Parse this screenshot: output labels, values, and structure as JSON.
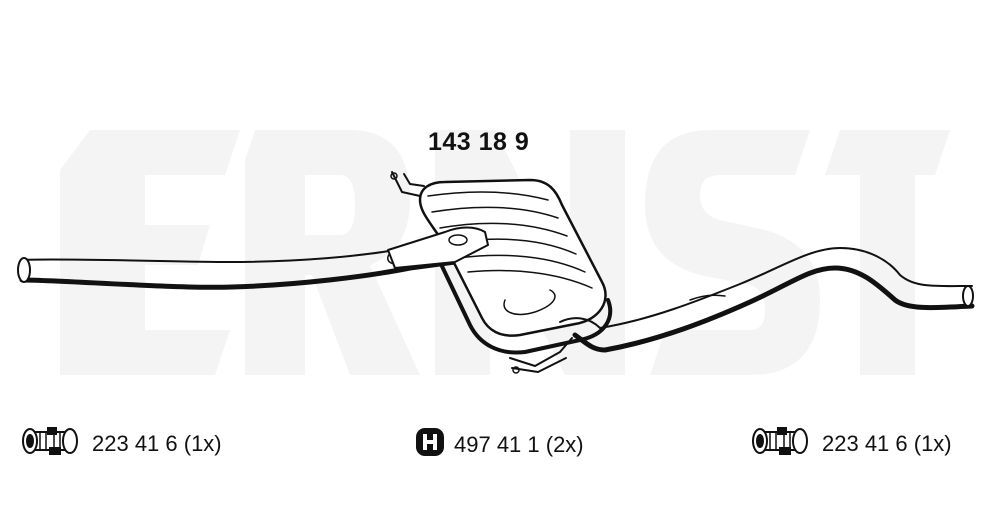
{
  "part_number": "143 18 9",
  "watermark_text": "ERNST",
  "accessories": [
    {
      "icon": "pipe-clamp-icon",
      "label": "223 41 6 (1x)"
    },
    {
      "icon": "rubber-mount-icon",
      "label": "497 41 1 (2x)"
    },
    {
      "icon": "pipe-clamp-icon",
      "label": "223 41 6 (1x)"
    }
  ],
  "colors": {
    "line": "#111111",
    "watermark": "#f4f4f4",
    "background": "#ffffff"
  }
}
